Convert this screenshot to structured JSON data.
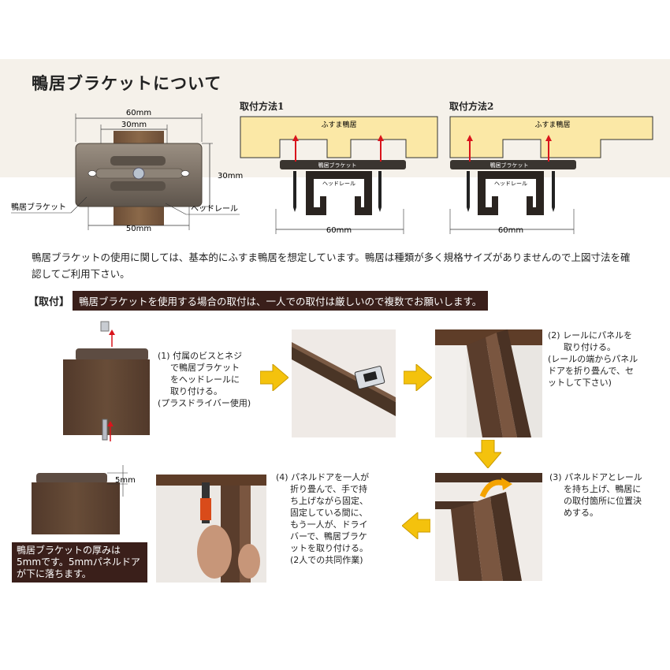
{
  "title": "鴨居ブラケットについて",
  "figure_left": {
    "dim_top_outer": "60mm",
    "dim_top_inner": "30mm",
    "dim_right": "30mm",
    "dim_bottom": "50mm",
    "label_bracket": "鴨居ブラケット",
    "label_rail": "ヘッドレール"
  },
  "method1": {
    "title": "取付方法1",
    "kamoi_label": "ふすま鴨居",
    "bracket_label": "鴨居ブラケット",
    "rail_label": "ヘッドレール",
    "width": "60mm"
  },
  "method2": {
    "title": "取付方法2",
    "kamoi_label": "ふすま鴨居",
    "bracket_label": "鴨居ブラケット",
    "rail_label": "ヘッドレール",
    "width": "60mm"
  },
  "description": "鴨居ブラケットの使用に関しては、基本的にふすま鴨居を想定しています。鴨居は種類が多く規格サイズがありませんので上図寸法を確認してご利用下さい。",
  "install": {
    "tag": "【取付】",
    "note": "鴨居ブラケットを使用する場合の取付は、一人での取付は厳しいので複数でお願いします。"
  },
  "steps": {
    "step1": [
      "(1) 付属のビスとネジ",
      "で鴨居ブラケット",
      "をヘッドレールに",
      "取り付ける。",
      "(プラスドライバー使用)"
    ],
    "step2": [
      "(2) レールにパネルを",
      "取り付ける。",
      "(レールの端からパネル",
      "ドアを折り畳んで、セ",
      "ットして下さい)"
    ],
    "step3": [
      "(3) パネルドアとレール",
      "を持ち上げ、鴨居に",
      "の取付箇所に位置決",
      "めする。"
    ],
    "step4": [
      "(4) パネルドアを一人が",
      "折り畳んで、手で持",
      "ち上げながら固定、",
      "固定している間に、",
      "もう一人が、ドライ",
      "バーで、鴨居ブラケ",
      "ットを取り付ける。",
      "(2人での共同作業)"
    ]
  },
  "thickness_dim": "5mm",
  "thickness_note": "鴨居ブラケットの厚みは5mmです。5mmパネルドアが下に落ちます。",
  "colors": {
    "kamoi_fill": "#fbe8a6",
    "wood": "#5a3f2e",
    "dark_brown": "#3a1f1a",
    "arrow_yellow": "#f4c20d",
    "red_arrow": "#d9141c"
  }
}
